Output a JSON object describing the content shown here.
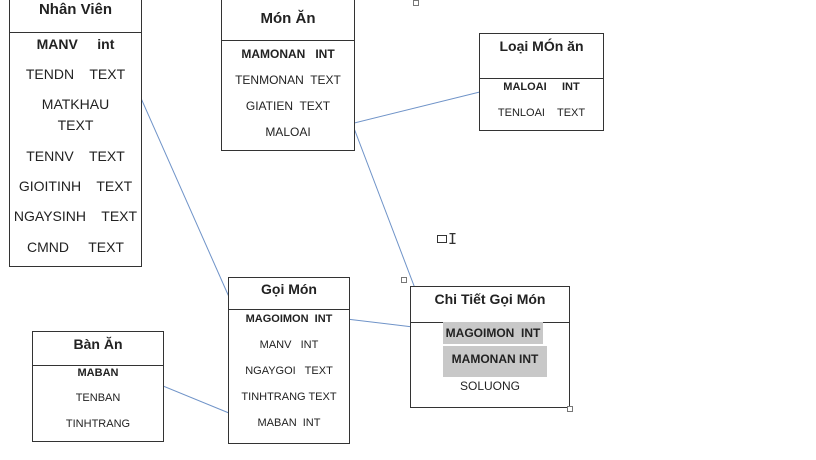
{
  "colors": {
    "connector": "#6f93c8",
    "border": "#333333",
    "highlight": "#c8c8c8"
  },
  "entities": {
    "nhanvien": {
      "title": "Nhân Viên",
      "fields": [
        "MANV     int",
        "TENDN    TEXT",
        "MATKHAU",
        "TEXT",
        "TENNV    TEXT",
        "GIOITINH    TEXT",
        "NGAYSINH    TEXT",
        "CMND     TEXT"
      ]
    },
    "monan": {
      "title": "Món Ăn",
      "fields": [
        "MAMONAN   INT",
        "TENMONAN  TEXT",
        "GIATIEN  TEXT",
        "MALOAI"
      ]
    },
    "loaimonan": {
      "title": "Loại MÓn ăn",
      "fields": [
        "MALOAI     INT",
        "TENLOAI    TEXT"
      ]
    },
    "banan": {
      "title": "Bàn Ăn",
      "fields": [
        "MABAN",
        "TENBAN",
        "TINHTRANG"
      ]
    },
    "goimon": {
      "title": "Gọi Món",
      "fields": [
        "MAGOIMON  INT",
        "MANV   INT",
        "NGAYGOI   TEXT",
        "TINHTRANG TEXT",
        "MABAN  INT"
      ]
    },
    "chitiet": {
      "title": "Chi Tiết Gọi Món",
      "fields": [
        "MAGOIMON  INT",
        "MAMONAN INT",
        "SOLUONG"
      ]
    }
  }
}
